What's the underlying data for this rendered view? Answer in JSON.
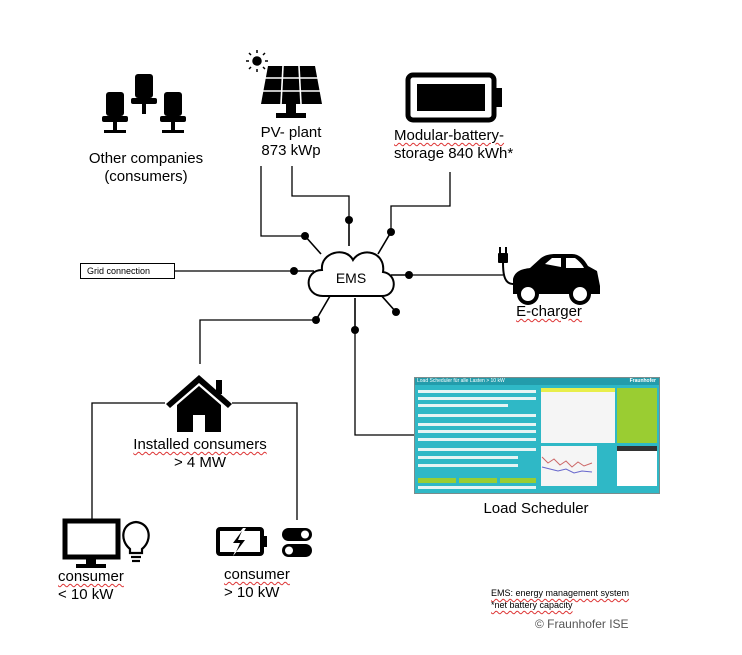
{
  "nodes": {
    "pv_line1": "PV- plant",
    "pv_line2": "873 kWp",
    "battery_line1": "Modular-battery-",
    "battery_line2": "storage 840 kWh*",
    "companies_line1": "Other companies",
    "companies_line2": "(consumers)",
    "grid": "Grid connection",
    "ems": "EMS",
    "echarger": "E-charger",
    "installed_line1": "Installed consumers",
    "installed_line2": "> 4 MW",
    "consumer_small_line1": "consumer",
    "consumer_small_line2": "< 10 kW",
    "consumer_large_line1": "consumer",
    "consumer_large_line2": "> 10 kW",
    "scheduler": "Load Scheduler"
  },
  "scheduler_screen": {
    "title": "Load Scheduler für alle Lasten > 10 kW",
    "brand": "Fraunhofer"
  },
  "notes": {
    "ems_line": "EMS: energy management system",
    "battery_note": "*net battery capacity",
    "copyright": "© Fraunhofer ISE"
  },
  "colors": {
    "scheduler_teal": "#2fb8c6",
    "scheduler_green": "#9acd32",
    "squiggle": "#d33"
  }
}
